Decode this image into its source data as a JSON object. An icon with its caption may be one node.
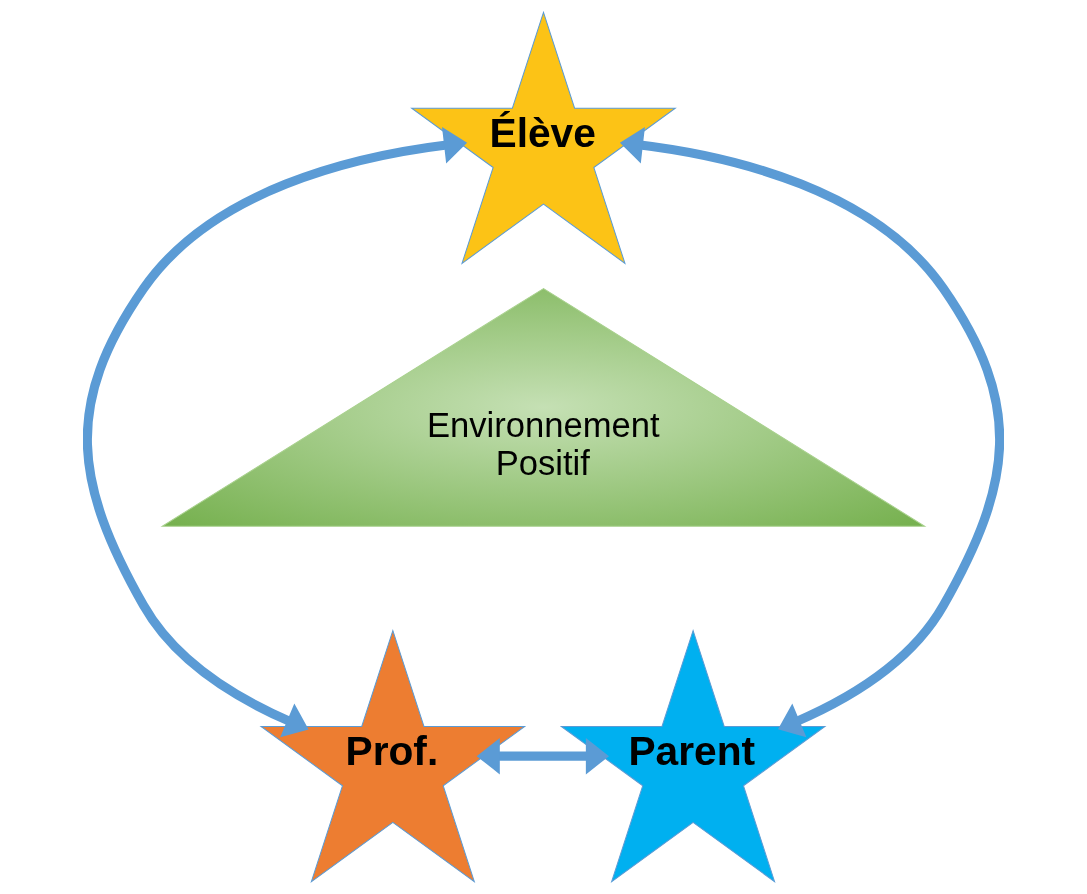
{
  "diagram": {
    "nodes": [
      {
        "text": [
          "Élève"
        ]
      },
      {
        "text": [
          "Environnement Positif"
        ]
      },
      {
        "text": [
          "Prof."
        ]
      },
      {
        "text": [
          "Parent"
        ]
      }
    ],
    "edges": [
      {
        "from": 0,
        "to": 2,
        "arrow": "both"
      },
      {
        "from": 0,
        "to": 3,
        "arrow": "both"
      },
      {
        "from": 2,
        "to": 3,
        "arrow": "both"
      }
    ]
  }
}
